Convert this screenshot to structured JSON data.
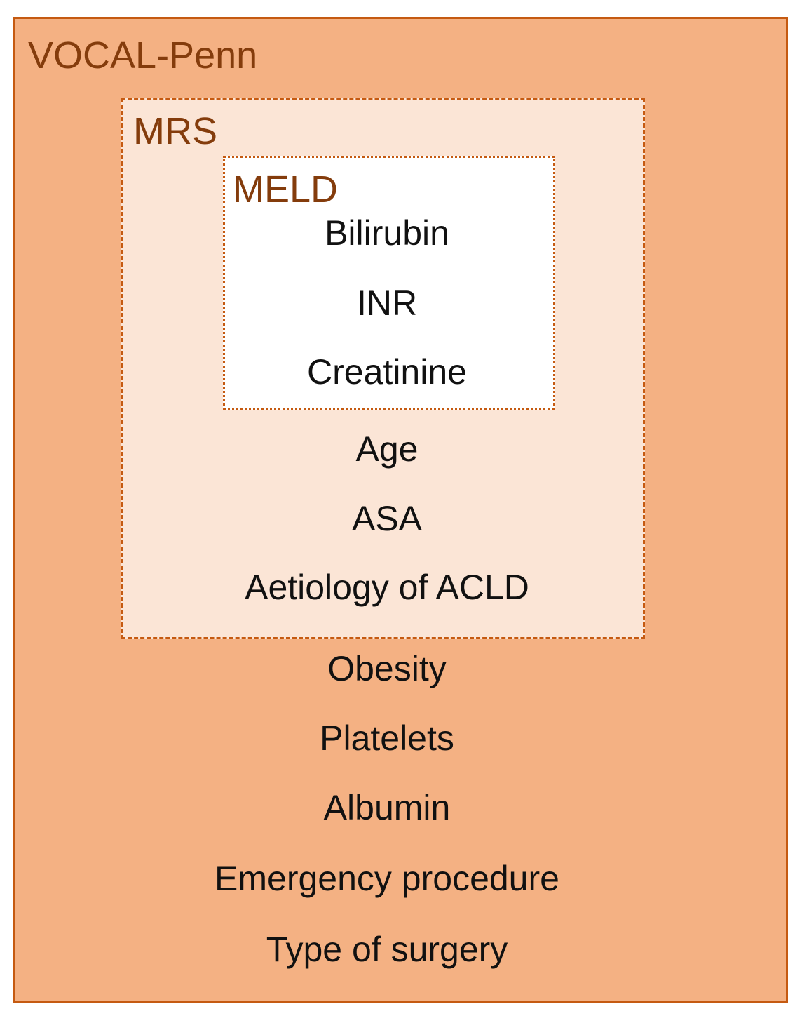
{
  "colors": {
    "outer_fill": "#f4b183",
    "middle_fill": "#fbe5d6",
    "inner_fill": "#ffffff",
    "border": "#c55a11",
    "title_text": "#843c0c"
  },
  "vocal_penn": {
    "title": "VOCAL-Penn",
    "items": [
      "Obesity",
      "Platelets",
      "Albumin",
      "Emergency procedure",
      "Type of surgery"
    ]
  },
  "mrs": {
    "title": "MRS",
    "items": [
      "Age",
      "ASA",
      "Aetiology of ACLD"
    ]
  },
  "meld": {
    "title": "MELD",
    "items": [
      "Bilirubin",
      "INR",
      "Creatinine"
    ]
  }
}
